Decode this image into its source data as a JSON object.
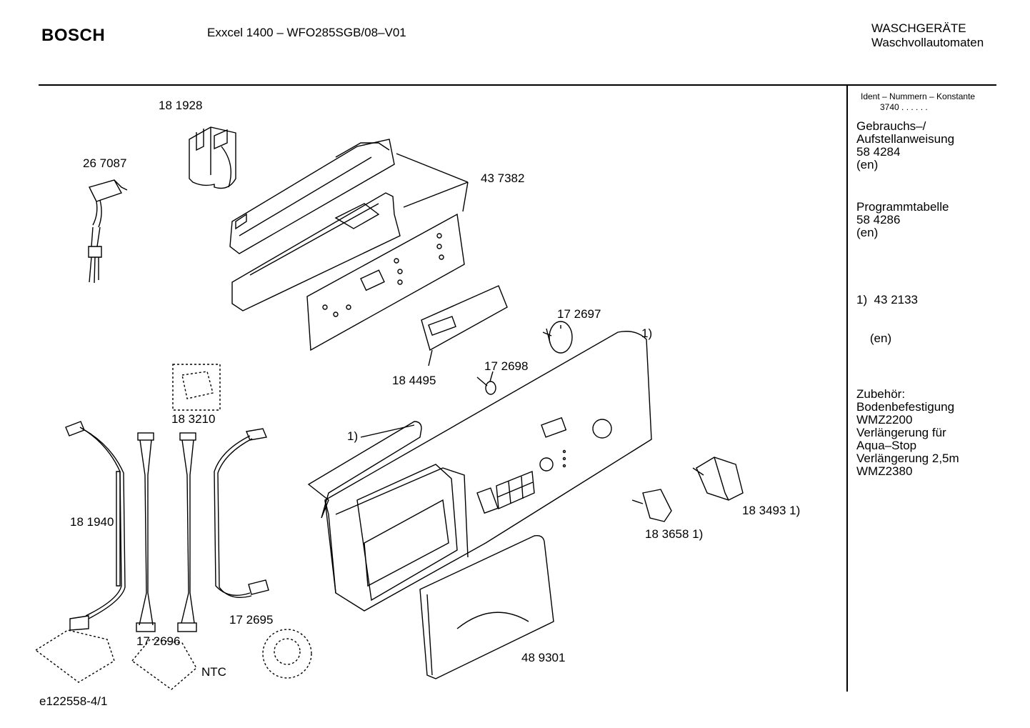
{
  "header": {
    "brand": "BOSCH",
    "model": "Exxcel 1400 – WFO285SGB/08–V01",
    "category_line1": "WASCHGERÄTE",
    "category_line2": "Waschvollautomaten"
  },
  "sidebar": {
    "ident_line": "Ident – Nummern – Konstante",
    "ident_value": "3740  .  .    .  .  .  .",
    "blocks": [
      {
        "lines": [
          "Gebrauchs–/",
          "Aufstellanweisung",
          "58 4284",
          "(en)"
        ]
      },
      {
        "lines": [
          "Programmtabelle",
          "58 4286",
          "(en)"
        ]
      },
      {
        "lines": [
          "1)  43 2133",
          "    (en)"
        ]
      },
      {
        "lines": [
          "Zubehör:",
          "Bodenbefestigung",
          "WMZ2200",
          "Verlängerung für",
          "Aqua–Stop",
          "Verlängerung 2,5m",
          "WMZ2380"
        ]
      }
    ]
  },
  "part_labels": {
    "p181928": "18 1928",
    "p267087": "26 7087",
    "p437382": "43 7382",
    "p172697": "17 2697",
    "note1_top": "1)",
    "p172698": "17 2698",
    "p184495": "18 4495",
    "p183210": "18 3210",
    "note1_left": "1)",
    "p181940": "18 1940",
    "p183493": "18 3493 1)",
    "p183658": "18 3658 1)",
    "p172695": "17 2695",
    "p172696": "17 2696",
    "ntc": "NTC",
    "p489301": "48 9301"
  },
  "footer": {
    "drawing_id": "e122558-4/1"
  }
}
